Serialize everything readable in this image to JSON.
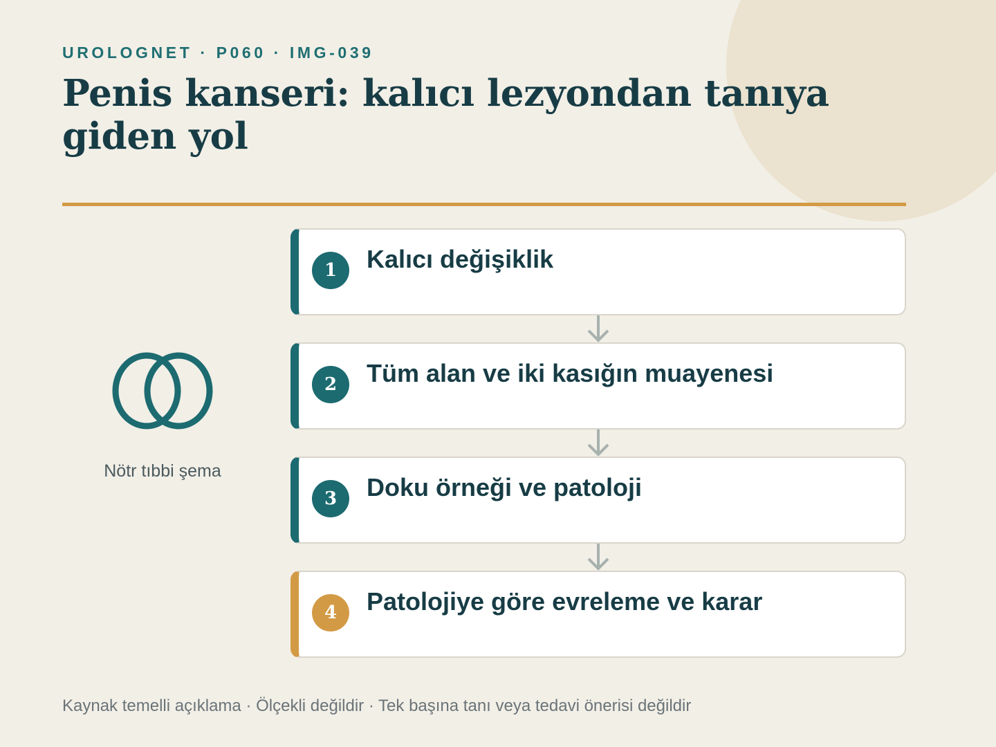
{
  "header": {
    "eyebrow": "UROLOGNET · P060 · IMG-039",
    "title": "Penis kanseri: kalıcı lezyondan tanıya giden yol"
  },
  "side": {
    "icon": "overlapping-rings-icon",
    "label": "Nötr tıbbi şema"
  },
  "steps": [
    {
      "number": "1",
      "title": "Kalıcı değişiklik"
    },
    {
      "number": "2",
      "title": "Tüm alan ve iki kasığın muayenesi"
    },
    {
      "number": "3",
      "title": "Doku örneği ve patoloji"
    },
    {
      "number": "4",
      "title": "Patolojiye göre evreleme ve karar"
    }
  ],
  "footer": "Kaynak temelli açıklama · Ölçekli değildir · Tek başına tanı veya tedavi önerisi değildir",
  "colors": {
    "background": "#f2efe7",
    "primary": "#1c6b70",
    "accent": "#d39a45",
    "title_text": "#173c45",
    "arrow": "#a7b1ae"
  }
}
